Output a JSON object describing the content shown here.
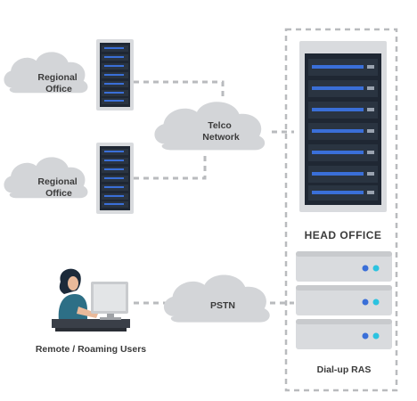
{
  "labels": {
    "regional_office_1": [
      "Regional",
      "Office"
    ],
    "regional_office_2": [
      "Regional",
      "Office"
    ],
    "telco_network": [
      "Telco",
      "Network"
    ],
    "pstn": "PSTN",
    "head_office": "HEAD OFFICE",
    "dial_up_ras": "Dial-up RAS",
    "remote_users": "Remote / Roaming Users"
  },
  "colors": {
    "cloud": "#d3d5d8",
    "dashed_line": "#b9bbbe",
    "rack_frame": "#d9dbde",
    "rack_body": "#1f2733",
    "server_unit": "#2a3441",
    "led_blue": "#3a6fd8",
    "led_cyan": "#2cc3e0",
    "text": "#3b3b3b",
    "person_teal": "#2d6f86",
    "person_hair": "#1c2a3a"
  },
  "icons": [
    "cloud-icon",
    "server-rack-icon",
    "ras-server-icon",
    "user-workstation-icon"
  ]
}
